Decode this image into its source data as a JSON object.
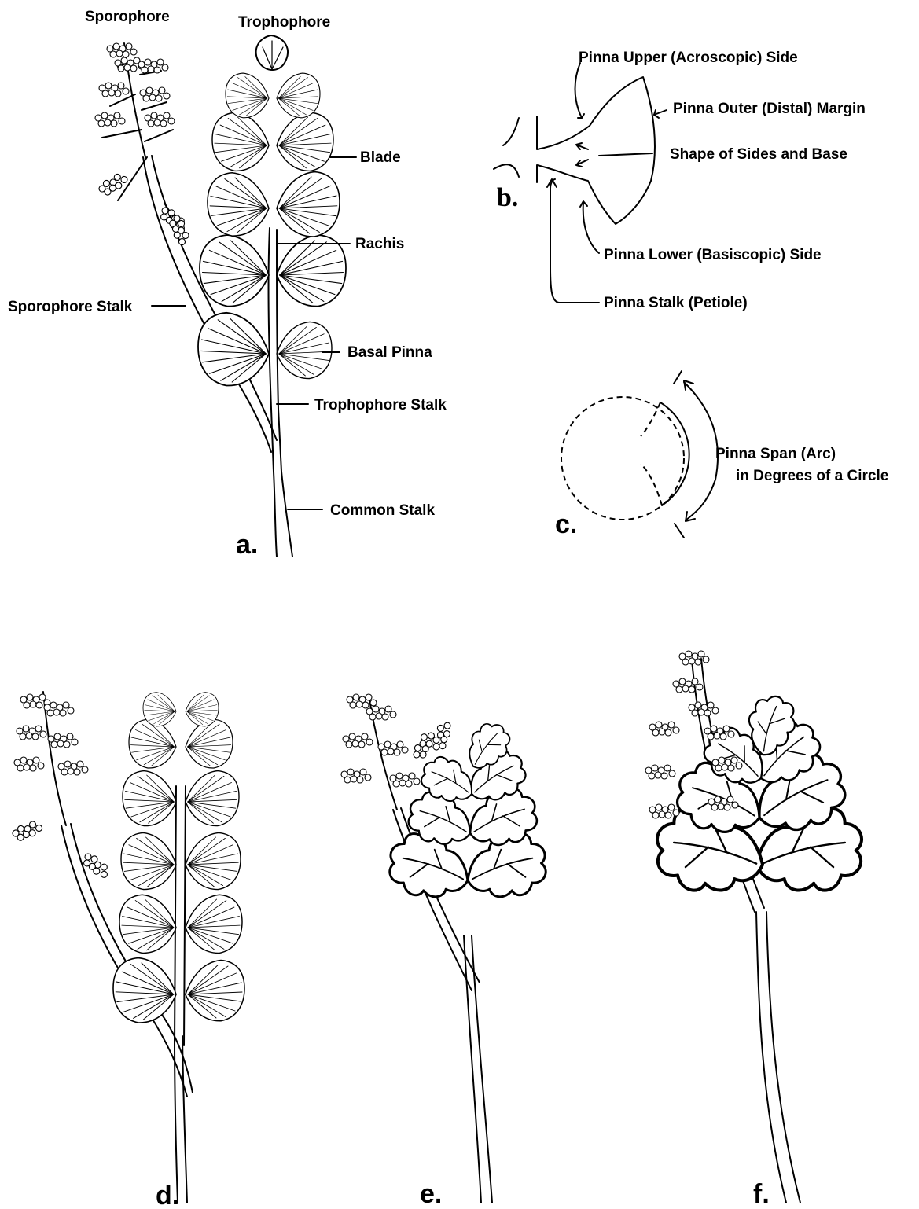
{
  "panels": {
    "a": {
      "letter": "a.",
      "labels": {
        "sporophore": "Sporophore",
        "trophophore": "Trophophore",
        "blade": "Blade",
        "rachis": "Rachis",
        "sporophore_stalk": "Sporophore Stalk",
        "basal_pinna": "Basal Pinna",
        "trophophore_stalk": "Trophophore Stalk",
        "common_stalk": "Common Stalk"
      }
    },
    "b": {
      "letter": "b.",
      "labels": {
        "upper_side": "Pinna Upper (Acroscopic) Side",
        "outer_margin": "Pinna Outer (Distal) Margin",
        "sides_base": "Shape of Sides and Base",
        "lower_side": "Pinna Lower (Basiscopic) Side",
        "stalk": "Pinna Stalk (Petiole)"
      }
    },
    "c": {
      "letter": "c.",
      "labels": {
        "span_line1": "Pinna Span (Arc)",
        "span_line2": "in Degrees of a Circle"
      }
    },
    "d": {
      "letter": "d."
    },
    "e": {
      "letter": "e."
    },
    "f": {
      "letter": "f."
    }
  },
  "icons": [
    "sporophore-icon",
    "trophophore-icon",
    "fern-frond-icon",
    "arrow-icon"
  ]
}
